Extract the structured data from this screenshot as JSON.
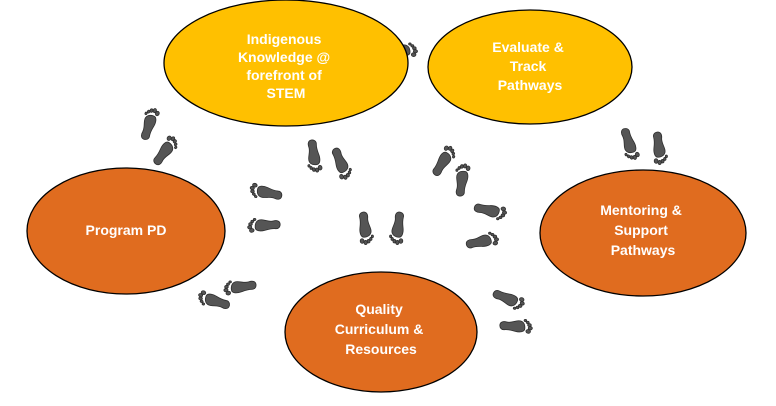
{
  "colors": {
    "yellow_fill": "#FFC000",
    "orange_fill": "#E06C1F",
    "node_stroke": "#000000",
    "text": "#FFFFFF",
    "footprint": "#555555",
    "footprint_stroke": "#2e2e2e"
  },
  "nodes": {
    "indigenous": {
      "lines": [
        "Indigenous",
        "Knowledge @",
        "forefront of",
        "STEM"
      ]
    },
    "evaluate": {
      "lines": [
        "Evaluate &",
        "Track",
        "Pathways"
      ]
    },
    "program": {
      "lines": [
        "Program PD"
      ]
    },
    "quality": {
      "lines": [
        "Quality",
        "Curriculum &",
        "Resources"
      ]
    },
    "mentoring": {
      "lines": [
        "Mentoring &",
        "Support",
        "Pathways"
      ]
    }
  },
  "icons": {
    "footprint": "footprint-icon"
  }
}
